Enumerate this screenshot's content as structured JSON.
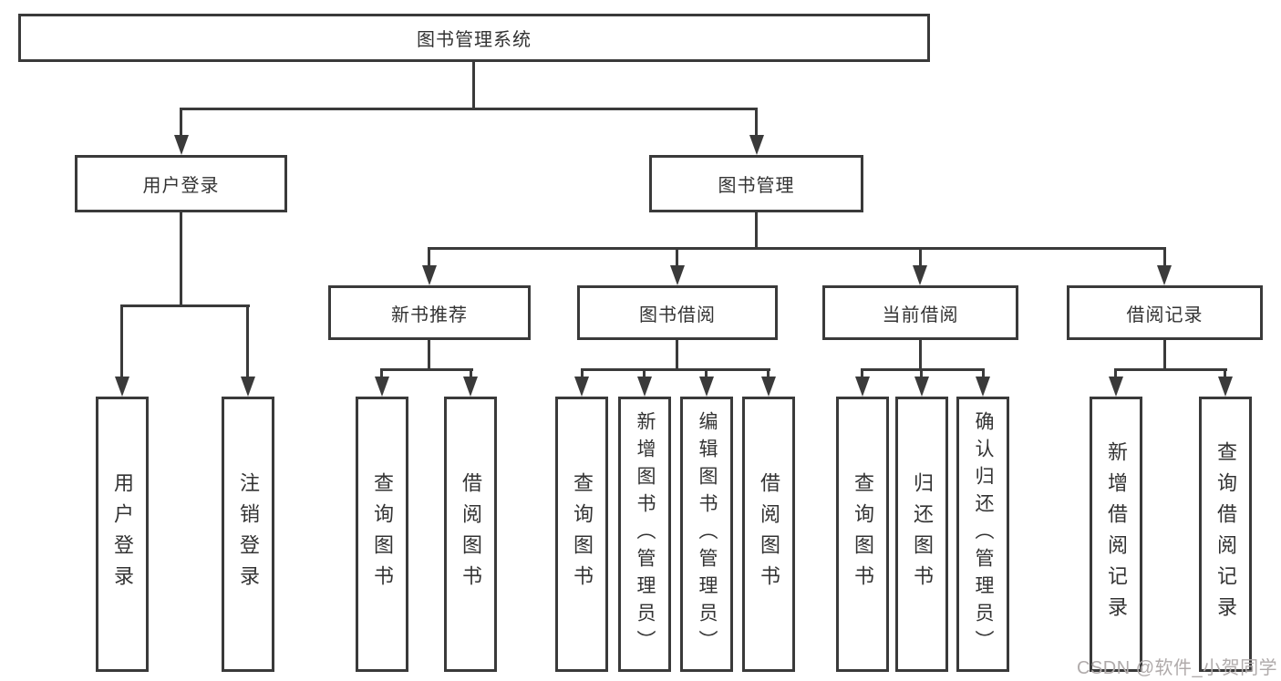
{
  "diagram": {
    "root": "图书管理系统",
    "branches": {
      "user_login": "用户登录",
      "book_management": "图书管理"
    },
    "modules": {
      "new_book_recommend": "新书推荐",
      "book_borrow": "图书借阅",
      "current_borrow": "当前借阅",
      "borrow_record": "借阅记录"
    },
    "leaves": {
      "user_login": "用户登录",
      "logout": "注销登录",
      "query_book_recommend": "查询图书",
      "borrow_book_recommend": "借阅图书",
      "query_book_borrow": "查询图书",
      "add_book_admin": "新增图书（管理员）",
      "edit_book_admin": "编辑图书（管理员）",
      "borrow_book": "借阅图书",
      "query_book_current": "查询图书",
      "return_book": "归还图书",
      "confirm_return_admin": "确认归还（管理员）",
      "add_borrow_record": "新增借阅记录",
      "query_borrow_record": "查询借阅记录"
    }
  },
  "watermark": "CSDN @软件_小贺同学",
  "colors": {
    "line": "#3a3a3a",
    "text": "#333333",
    "box_bg": "#ffffff",
    "watermark": "#b0abab"
  }
}
